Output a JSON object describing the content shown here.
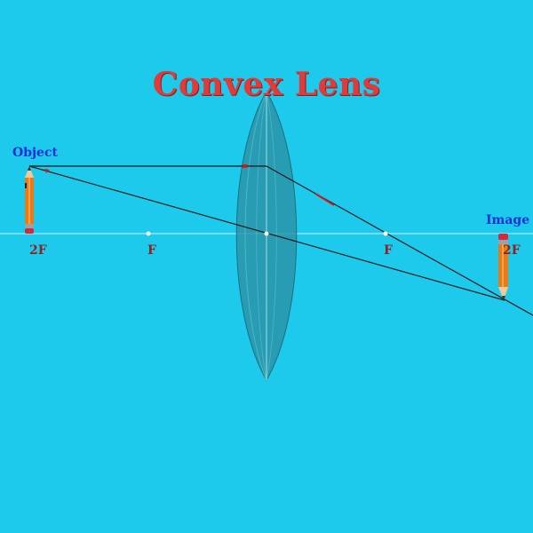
{
  "title": "Convex Lens",
  "labels": {
    "object": "Object",
    "image": "Image",
    "twoF_left": "2F",
    "f_left": "F",
    "f_right": "F",
    "twoF_right": "2F"
  },
  "colors": {
    "background": "#1ecaeb",
    "title": "#e03a3a",
    "label_blue": "#1a2fd8",
    "axis_label": "#8a2424",
    "ray": "#1a1a1a",
    "lens": "#1f8fa6",
    "pencil_body": "#e87a17",
    "arrow_marker": "#d01a1a"
  },
  "icons": {
    "object": "pencil-icon",
    "image": "pencil-inverted-icon"
  }
}
